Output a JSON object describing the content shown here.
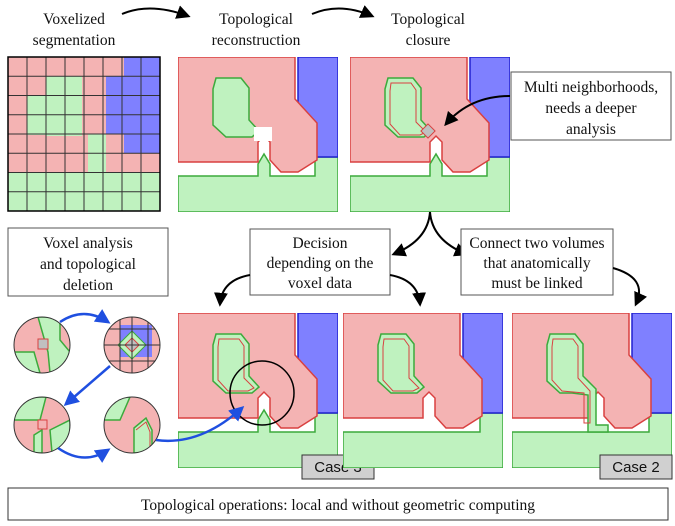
{
  "labels": {
    "step1_line1": "Voxelized",
    "step1_line2": "segmentation",
    "step2_line1": "Topological",
    "step2_line2": "reconstruction",
    "step3_line1": "Topological",
    "step3_line2": "closure",
    "callout_line1": "Multi neighborhoods,",
    "callout_line2": "needs a deeper",
    "callout_line3": "analysis",
    "analysis_line1": "Voxel analysis",
    "analysis_line2": "and topological",
    "analysis_line3": "deletion",
    "decision_line1": "Decision",
    "decision_line2": "depending on the",
    "decision_line3": "voxel data",
    "connect_line1": "Connect two volumes",
    "connect_line2": "that anatomically",
    "connect_line3": "must be linked",
    "case3": "Case 3",
    "case2": "Case 2",
    "footer": "Topological operations: local and without geometric computing"
  },
  "colors": {
    "red_region": "#f4b3b3",
    "green_region": "#bff2bf",
    "blue_region": "#7f80ff",
    "red_outline": "#d94040",
    "green_outline": "#3caa3c",
    "blue_outline": "#2020d0",
    "arrow_blue": "#1f4fe0",
    "case_box": "#d0d0d0"
  }
}
